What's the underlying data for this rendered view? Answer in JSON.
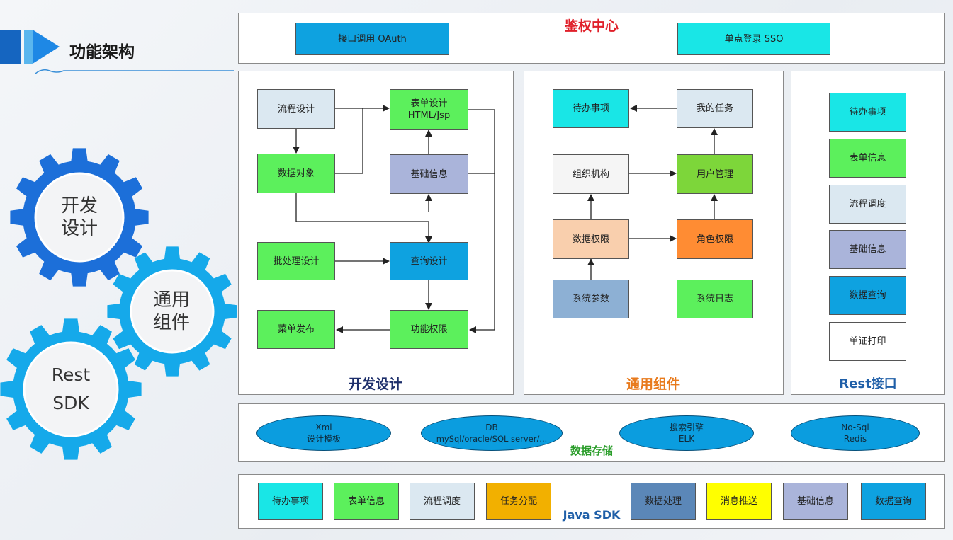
{
  "header": {
    "title": "功能架构"
  },
  "gears": [
    {
      "line1": "开发",
      "line2": "设计",
      "color": "#1c6fd9"
    },
    {
      "line1": "通用",
      "line2": "组件",
      "color": "#15a9ea"
    },
    {
      "line1": "Rest",
      "line2": "SDK",
      "color": "#15a9ea"
    }
  ],
  "auth": {
    "title": "鉴权中心",
    "items": [
      "接口调用 OAuth",
      "单点登录 SSO"
    ]
  },
  "dev": {
    "title": "开发设计",
    "boxes": {
      "flow": "流程设计",
      "form_l1": "表单设计",
      "form_l2": "HTML/Jsp",
      "data_obj": "数据对象",
      "base": "基础信息",
      "batch": "批处理设计",
      "query": "查询设计",
      "menu": "菜单发布",
      "perm": "功能权限"
    }
  },
  "common": {
    "title": "通用组件",
    "boxes": {
      "todo": "待办事项",
      "mytask": "我的任务",
      "org": "组织机构",
      "user": "用户管理",
      "dataperm": "数据权限",
      "roleperm": "角色权限",
      "sysparam": "系统参数",
      "syslog": "系统日志"
    }
  },
  "rest": {
    "title": "Rest接口",
    "items": [
      "待办事项",
      "表单信息",
      "流程调度",
      "基础信息",
      "数据查询",
      "单证打印"
    ]
  },
  "storage": {
    "title": "数据存储",
    "items": [
      {
        "l1": "Xml",
        "l2": "设计模板"
      },
      {
        "l1": "DB",
        "l2": "mySql/oracle/SQL server/..."
      },
      {
        "l1": "搜索引擎",
        "l2": "ELK"
      },
      {
        "l1": "No-Sql",
        "l2": "Redis"
      }
    ]
  },
  "sdk": {
    "title": "Java SDK",
    "items": [
      "待办事项",
      "表单信息",
      "流程调度",
      "任务分配",
      "数据处理",
      "消息推送",
      "基础信息",
      "数据查询"
    ]
  },
  "colors": {
    "cyan": "#19e6e6",
    "green": "#5cf05c",
    "blue": "#0ea2e0",
    "lightblue": "#dbe8f1",
    "lavender": "#aab4da",
    "orange": "#ff8c33",
    "peach": "#f9cfad",
    "grayblue": "#8db0d4",
    "olive": "#7dd63a",
    "gold": "#f2b000",
    "yellow": "#ffff00",
    "steel": "#5b87b8",
    "white": "#f5f5f5"
  }
}
